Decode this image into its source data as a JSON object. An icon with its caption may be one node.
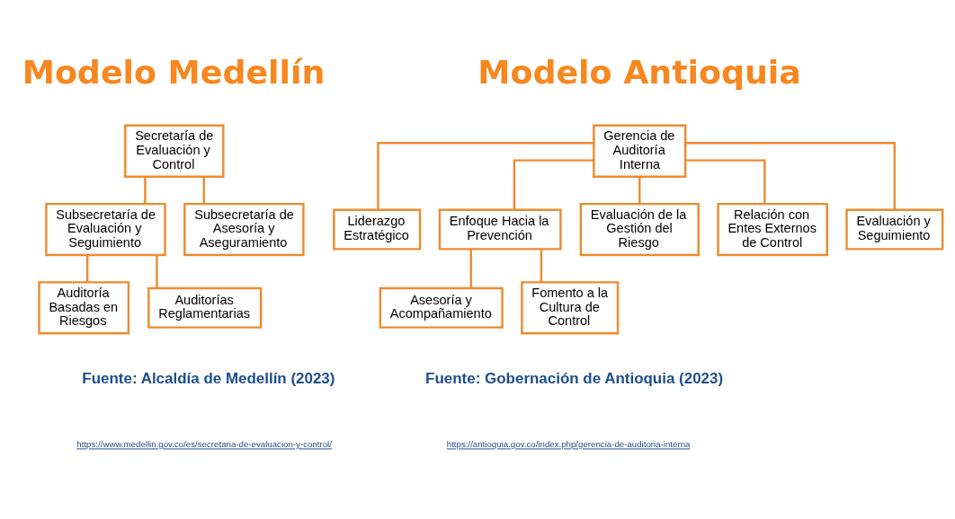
{
  "diagram": {
    "nodes": [
      {
        "text": [
          "Secretaría de Evaluación y Control"
        ]
      },
      {
        "text": [
          "Subsecretaría de Evaluación y Seguimiento"
        ]
      },
      {
        "text": [
          "Subsecretaría de Asesoría y Aseguramiento"
        ]
      },
      {
        "text": [
          "Auditoría Basadas en Riesgos"
        ]
      },
      {
        "text": [
          "Auditorías Reglamentarias"
        ]
      },
      {
        "text": [
          "Gerencia de Auditoría Interna"
        ]
      },
      {
        "text": [
          "Liderazgo Estratégico"
        ]
      },
      {
        "text": [
          "Enfoque Hacia la Prevención"
        ]
      },
      {
        "text": [
          "Evaluación de la Gestión del Riesgo"
        ]
      },
      {
        "text": [
          "Relación con Entes Externos de Control"
        ]
      },
      {
        "text": [
          "Evaluación y Seguimiento"
        ]
      },
      {
        "text": [
          "Asesoría y Acompañamiento"
        ]
      },
      {
        "text": [
          "Fomento a la Cultura de Control"
        ]
      }
    ],
    "edges": [
      {
        "from": 0,
        "to": 1,
        "arrow": "none"
      },
      {
        "from": 0,
        "to": 2,
        "arrow": "none"
      },
      {
        "from": 1,
        "to": 3,
        "arrow": "none"
      },
      {
        "from": 1,
        "to": 4,
        "arrow": "none"
      },
      {
        "from": 5,
        "to": 6,
        "arrow": "none"
      },
      {
        "from": 5,
        "to": 7,
        "arrow": "none"
      },
      {
        "from": 5,
        "to": 8,
        "arrow": "none"
      },
      {
        "from": 5,
        "to": 9,
        "arrow": "none"
      },
      {
        "from": 5,
        "to": 10,
        "arrow": "none"
      },
      {
        "from": 7,
        "to": 11,
        "arrow": "none"
      },
      {
        "from": 7,
        "to": 12,
        "arrow": "none"
      }
    ],
    "labels": [
      "Modelo Medellín",
      "Modelo Antioquia",
      "Fuente: Alcaldía de Medellín (2023)",
      "https://www.medellin.gov.co/es/secretaria-de-evaluacion-y-control/",
      "Fuente: Gobernación de Antioquia (2023)",
      "https://antioquia.gov.co/index.php/gerencia-de-auditoria-interna"
    ]
  }
}
